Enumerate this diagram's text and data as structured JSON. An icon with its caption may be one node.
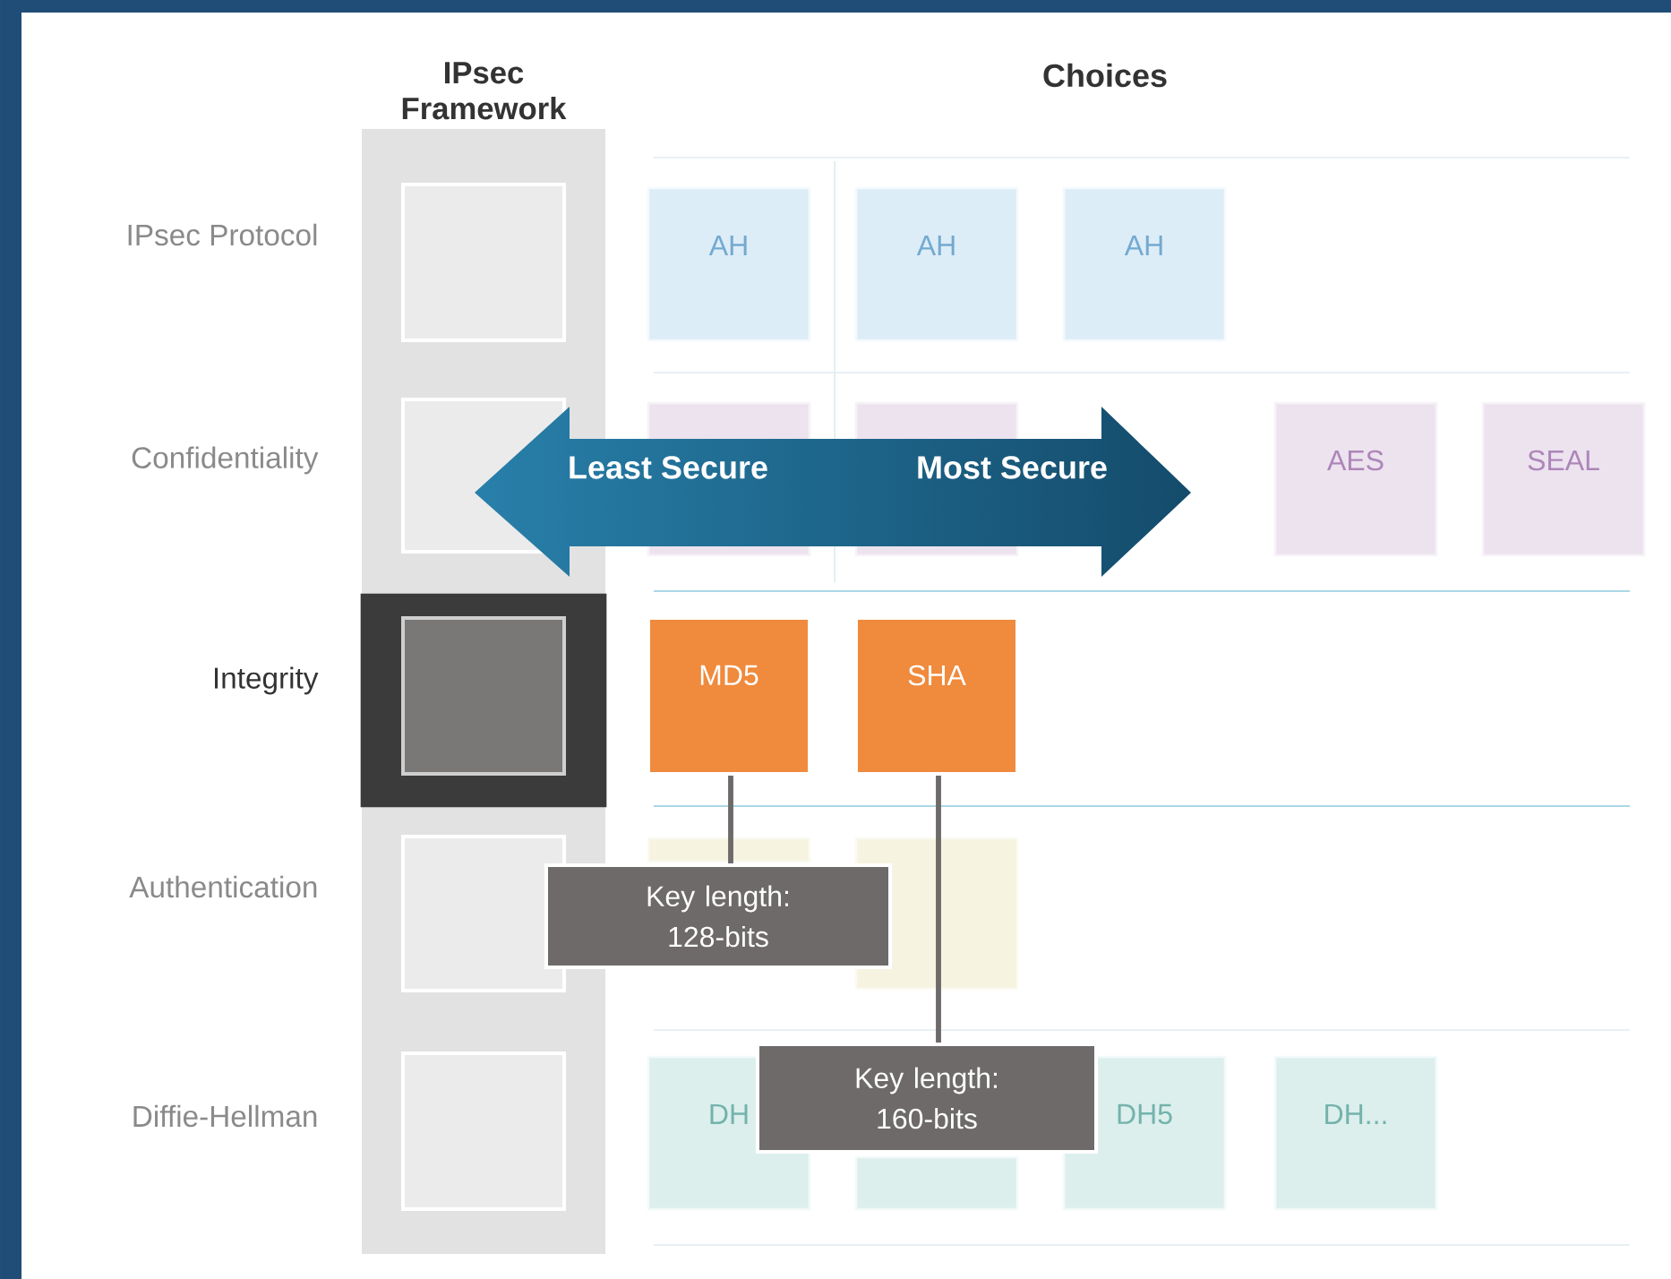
{
  "diagram": {
    "nodes": [
      {
        "text": [
          "IPsec Framework"
        ]
      },
      {
        "text": [],
        "shape": "box",
        "in": 0
      },
      {
        "text": [],
        "shape": "box",
        "in": 0
      },
      {
        "text": [],
        "shape": "box",
        "in": 0
      },
      {
        "text": [],
        "shape": "box",
        "in": 3
      },
      {
        "text": [],
        "shape": "box",
        "in": 0
      },
      {
        "text": [],
        "shape": "box",
        "in": 0
      },
      {
        "text": [
          "AH"
        ]
      },
      {
        "text": [
          "AH"
        ]
      },
      {
        "text": [
          "AH"
        ]
      },
      {
        "text": [],
        "shape": "box"
      },
      {
        "text": [],
        "shape": "box"
      },
      {
        "text": [
          "AES"
        ]
      },
      {
        "text": [
          "SEAL"
        ]
      },
      {
        "text": [
          "MD5"
        ]
      },
      {
        "text": [
          "SHA"
        ]
      },
      {
        "text": [],
        "shape": "box"
      },
      {
        "text": [],
        "shape": "box"
      },
      {
        "text": [
          "Key length: 128-bits"
        ]
      },
      {
        "text": [
          "Key length: 160-bits"
        ]
      },
      {
        "text": [
          "DH"
        ]
      },
      {
        "text": [],
        "shape": "box"
      },
      {
        "text": [
          "DH5"
        ]
      },
      {
        "text": [
          "DH..."
        ]
      }
    ],
    "edges": [
      {
        "from": 14,
        "to": 18,
        "arrow": "none"
      },
      {
        "from": 15,
        "to": 19,
        "arrow": "none"
      }
    ],
    "labels": [
      "Choices",
      "IPsec Protocol",
      "Least Secure",
      "Most Secure",
      "Confidentiality",
      "Integrity",
      "Authentication",
      "Diffie-Hellman"
    ]
  }
}
